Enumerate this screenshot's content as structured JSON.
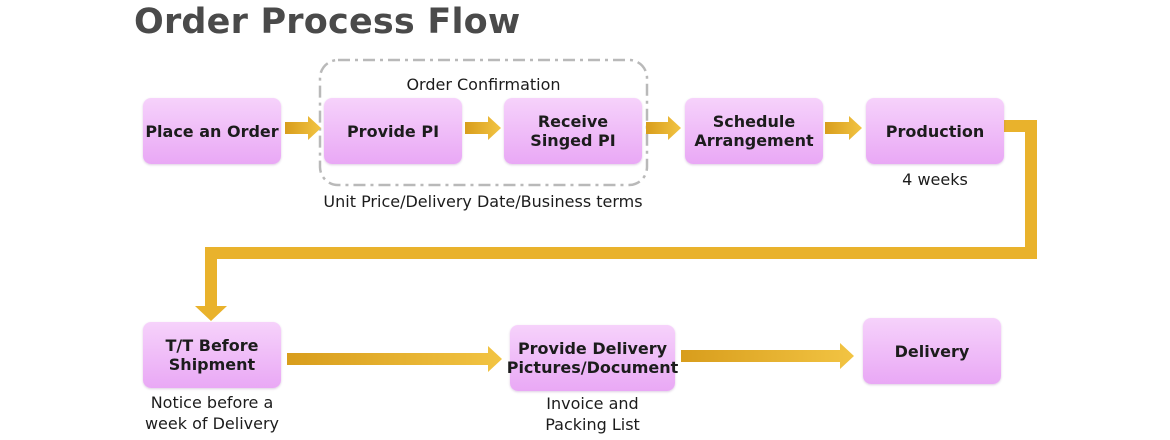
{
  "title": "Order Process Flow",
  "steps": {
    "place_order": "Place an Order",
    "provide_pi": "Provide PI",
    "receive_pi": "Receive\nSinged PI",
    "schedule": "Schedule\nArrangement",
    "production": "Production",
    "tt_before": "T/T Before\nShipment",
    "provide_delivery": "Provide Delivery\nPictures/Document",
    "delivery": "Delivery"
  },
  "group": {
    "label": "Order Confirmation"
  },
  "notes": {
    "terms": "Unit Price/Delivery Date/Business terms",
    "production_time": "4 weeks",
    "notice": "Notice before a\nweek of Delivery",
    "invoice": "Invoice and\nPacking List"
  },
  "colors": {
    "box_top": "#f6d2fb",
    "box_bottom": "#e9a8f5",
    "arrow": "#e9b22c",
    "group_border": "#b9b9b9",
    "title": "#4a4a4a"
  }
}
